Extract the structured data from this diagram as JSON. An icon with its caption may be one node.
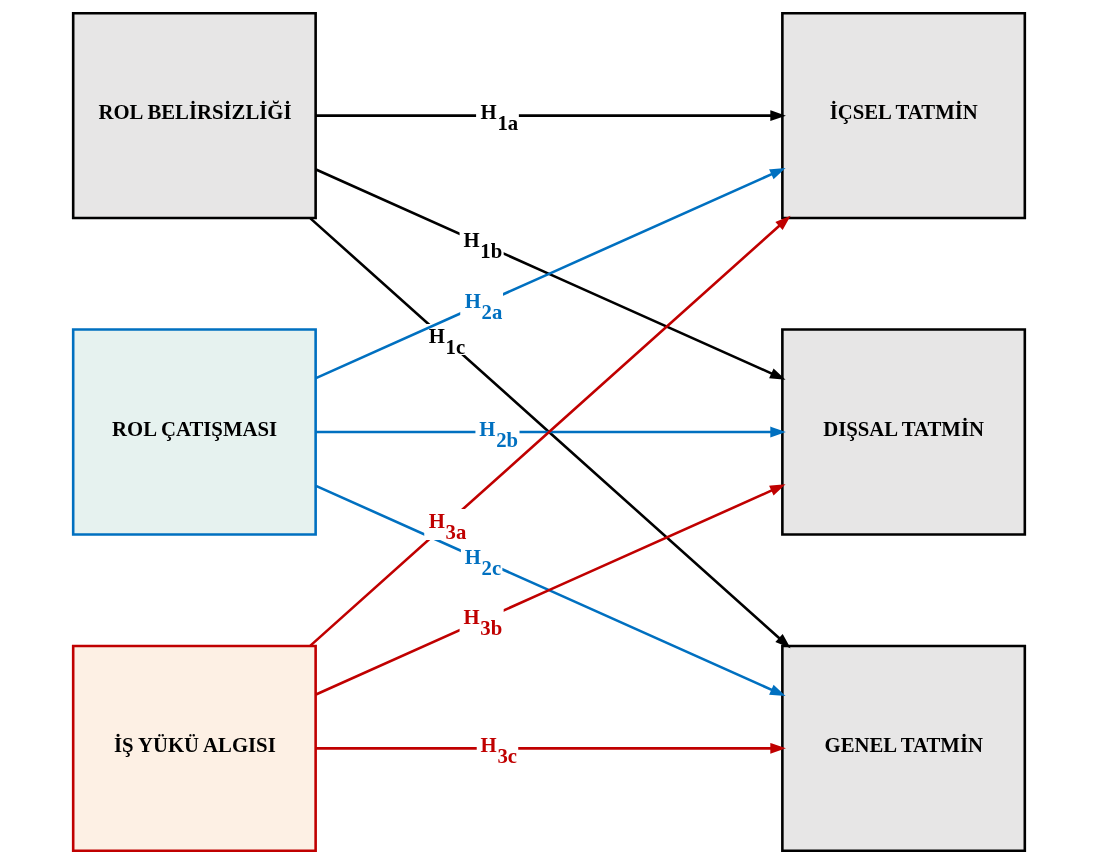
{
  "diagram": {
    "nodes": [
      {
        "text": [
          "ROL BELİRSİZLİĞİ"
        ]
      },
      {
        "text": [
          "ROL ÇATIŞMASI"
        ]
      },
      {
        "text": [
          "İŞ YÜKÜ ALGISI"
        ]
      },
      {
        "text": [
          "İÇSEL TATMİN"
        ]
      },
      {
        "text": [
          "DIŞSAL TATMİN"
        ]
      },
      {
        "text": [
          "GENEL TATMİN"
        ]
      }
    ],
    "edges": [
      {
        "from": 0,
        "to": 3,
        "arrow": "to",
        "label": "H$_{1a}$"
      },
      {
        "from": 0,
        "to": 4,
        "arrow": "to",
        "label": "H$_{1b}$"
      },
      {
        "from": 0,
        "to": 5,
        "arrow": "to",
        "label": "H$_{1c}$"
      },
      {
        "from": 1,
        "to": 3,
        "arrow": "to",
        "label": "H$_{2a}$",
        "color": "#0070c0"
      },
      {
        "from": 1,
        "to": 4,
        "arrow": "to",
        "label": "H$_{2b}$",
        "color": "#0070c0"
      },
      {
        "from": 1,
        "to": 5,
        "arrow": "to",
        "label": "H$_{2c}$",
        "color": "#0070c0"
      },
      {
        "from": 2,
        "to": 3,
        "arrow": "to",
        "label": "H$_{3a}$",
        "color": "#c00000"
      },
      {
        "from": 2,
        "to": 4,
        "arrow": "to",
        "label": "H$_{3b}$",
        "color": "#c00000"
      },
      {
        "from": 2,
        "to": 5,
        "arrow": "to",
        "label": "H$_{3c}$",
        "color": "#c00000"
      }
    ]
  }
}
